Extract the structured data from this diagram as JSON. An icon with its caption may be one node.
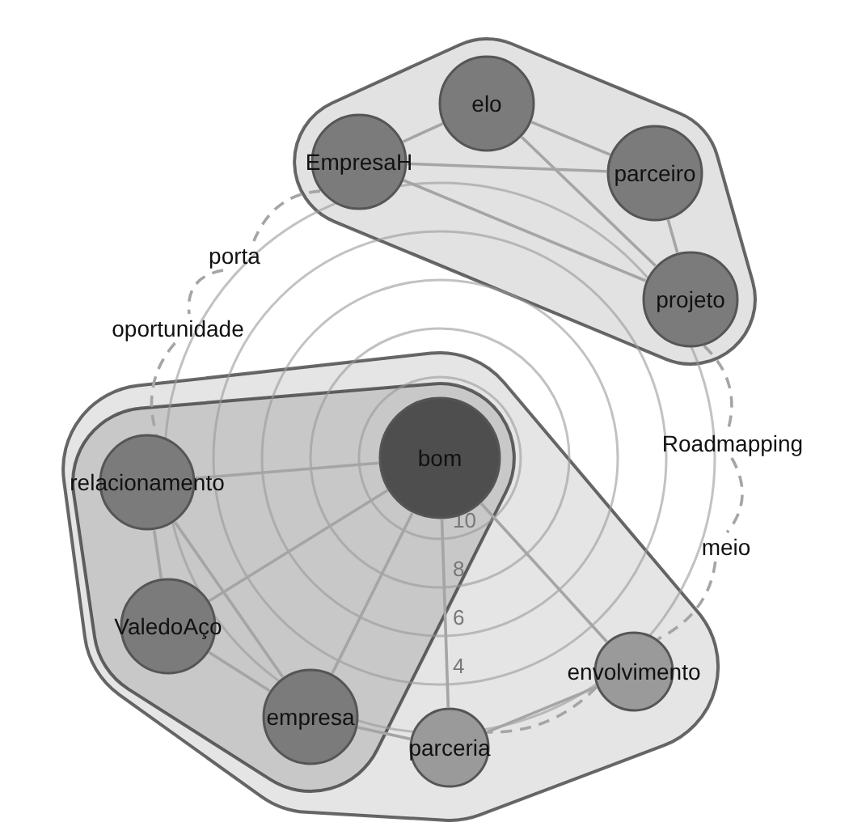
{
  "diagram": {
    "nodes": [
      {
        "text": [],
        "shape": "box"
      },
      {
        "text": [
          "elo"
        ],
        "in": 0
      },
      {
        "text": [
          "EmpresaH"
        ],
        "in": 0
      },
      {
        "text": [
          "parceiro"
        ],
        "in": 0
      },
      {
        "text": [
          "projeto"
        ],
        "in": 0
      },
      {
        "text": [],
        "shape": "box"
      },
      {
        "text": [],
        "shape": "box",
        "in": 5
      },
      {
        "text": [
          "bom"
        ],
        "in": 6
      },
      {
        "text": [
          "relacionamento"
        ],
        "in": 6
      },
      {
        "text": [
          "ValedoAço"
        ],
        "in": 6
      },
      {
        "text": [
          "empresa"
        ],
        "in": 6
      },
      {
        "text": [
          "envolvimento"
        ],
        "in": 5
      },
      {
        "text": [
          "parceria"
        ],
        "in": 5
      },
      {
        "text": [
          "porta"
        ]
      },
      {
        "text": [
          "oportunidade"
        ]
      },
      {
        "text": [
          "Roadmapping"
        ]
      },
      {
        "text": [
          "meio"
        ]
      }
    ],
    "edges": [
      {
        "from": 2,
        "to": 1,
        "arrow": "none"
      },
      {
        "from": 1,
        "to": 3,
        "arrow": "none"
      },
      {
        "from": 2,
        "to": 3,
        "arrow": "none"
      },
      {
        "from": 2,
        "to": 4,
        "arrow": "none"
      },
      {
        "from": 1,
        "to": 4,
        "arrow": "none"
      },
      {
        "from": 3,
        "to": 4,
        "arrow": "none"
      },
      {
        "from": 2,
        "to": 13,
        "arrow": "none",
        "style": "dashed"
      },
      {
        "from": 13,
        "to": 14,
        "arrow": "none",
        "style": "dashed"
      },
      {
        "from": 14,
        "to": 8,
        "arrow": "none",
        "style": "dashed"
      },
      {
        "from": 4,
        "to": 15,
        "arrow": "none",
        "style": "dashed"
      },
      {
        "from": 15,
        "to": 16,
        "arrow": "none",
        "style": "dashed"
      },
      {
        "from": 16,
        "to": 11,
        "arrow": "none",
        "style": "dashed"
      },
      {
        "from": 11,
        "to": 12,
        "arrow": "none",
        "style": "dashed"
      },
      {
        "from": 7,
        "to": 8,
        "arrow": "none"
      },
      {
        "from": 7,
        "to": 9,
        "arrow": "none"
      },
      {
        "from": 7,
        "to": 10,
        "arrow": "none"
      },
      {
        "from": 7,
        "to": 11,
        "arrow": "none"
      },
      {
        "from": 7,
        "to": 12,
        "arrow": "none"
      },
      {
        "from": 8,
        "to": 9,
        "arrow": "none"
      },
      {
        "from": 8,
        "to": 10,
        "arrow": "none"
      },
      {
        "from": 9,
        "to": 10,
        "arrow": "none"
      },
      {
        "from": 10,
        "to": 12,
        "arrow": "none"
      },
      {
        "from": 11,
        "to": 12,
        "arrow": "none"
      }
    ],
    "labels": [
      "10",
      "8",
      "6",
      "4"
    ]
  }
}
